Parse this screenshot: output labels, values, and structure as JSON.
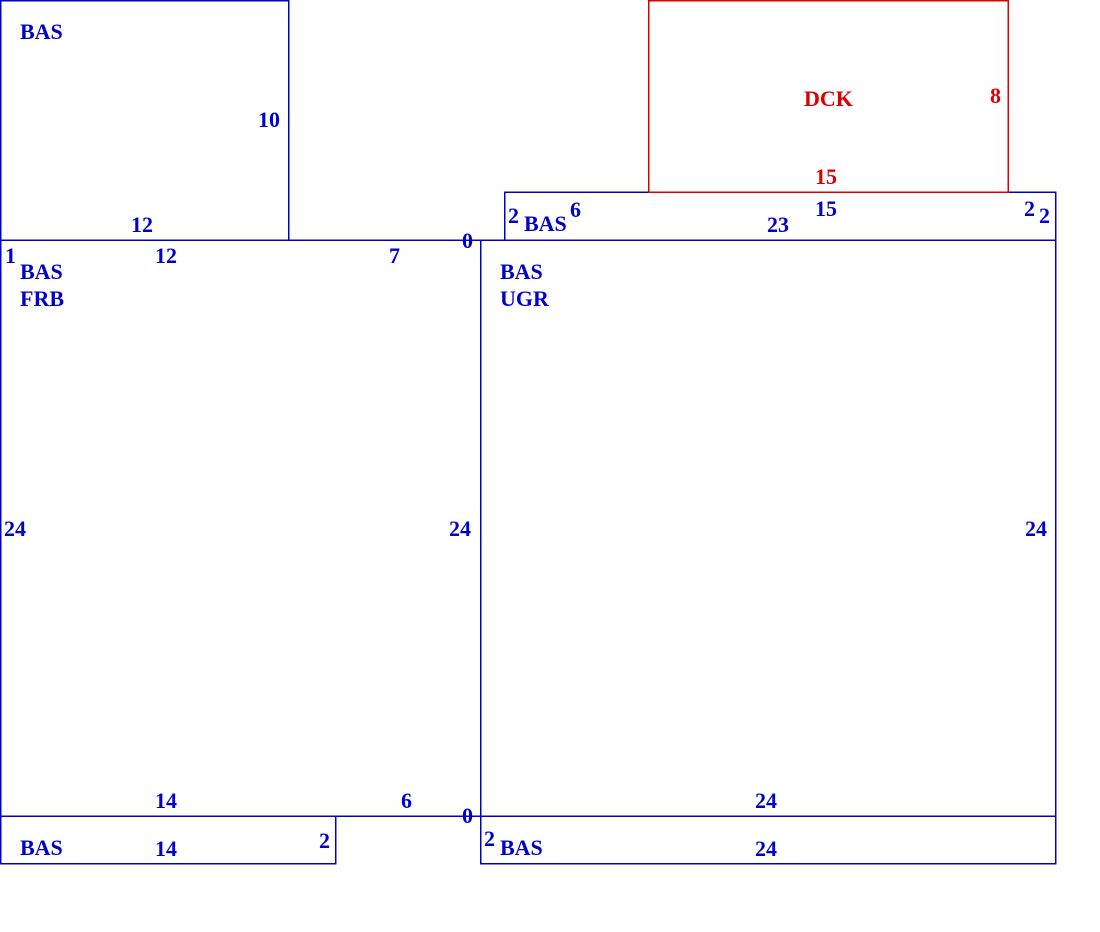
{
  "colors": {
    "area": "#0000cc",
    "deck": "#dd0000",
    "background": "#ffffff"
  },
  "areas": {
    "top_left": {
      "code": "BAS",
      "dim_right": "10",
      "dim_bottom": "12"
    },
    "left_main": {
      "code": "BAS",
      "sub_code": "FRB",
      "dim_top_left": "1",
      "dim_top": "12",
      "dim_top_right": "7",
      "dim_left": "24",
      "dim_right": "24",
      "dim_bottom": "14",
      "dim_bottom_right": "6"
    },
    "bottom_left": {
      "code": "BAS",
      "dim_bottom": "14",
      "dim_right": "2"
    },
    "top_strip": {
      "code": "BAS",
      "dim_left": "2",
      "dim_top_a": "6",
      "dim_bottom": "23",
      "dim_top_b": "15",
      "dim_top_right": "2",
      "dim_right": "2"
    },
    "right_main": {
      "code": "BAS",
      "sub_code": "UGR",
      "dim_top_corner": "0",
      "dim_right": "24",
      "dim_bottom": "24",
      "dim_bottom_corner": "0"
    },
    "bottom_right": {
      "code": "BAS",
      "dim_left": "2",
      "dim_bottom": "24"
    },
    "deck": {
      "code": "DCK",
      "dim_right": "8",
      "dim_bottom": "15"
    }
  }
}
